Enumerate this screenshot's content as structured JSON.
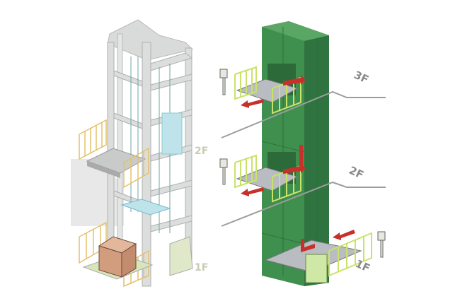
{
  "left_diagram": {
    "labels": {
      "floor2": "2F",
      "floor1": "1F"
    }
  },
  "right_diagram": {
    "labels": {
      "floor3": "3F",
      "floor2": "2F",
      "floor1": "1F"
    }
  },
  "colors": {
    "frame": "#d4d6d6",
    "tower_green": "#3f8f4f",
    "rail_yellow": "#c9e36a",
    "arrow_red": "#c8302a",
    "label_gray": "#c9cbb2",
    "label_dark": "#8a8a8a",
    "box_brown": "#d7a98a",
    "gate_tan": "#e4c16a"
  }
}
